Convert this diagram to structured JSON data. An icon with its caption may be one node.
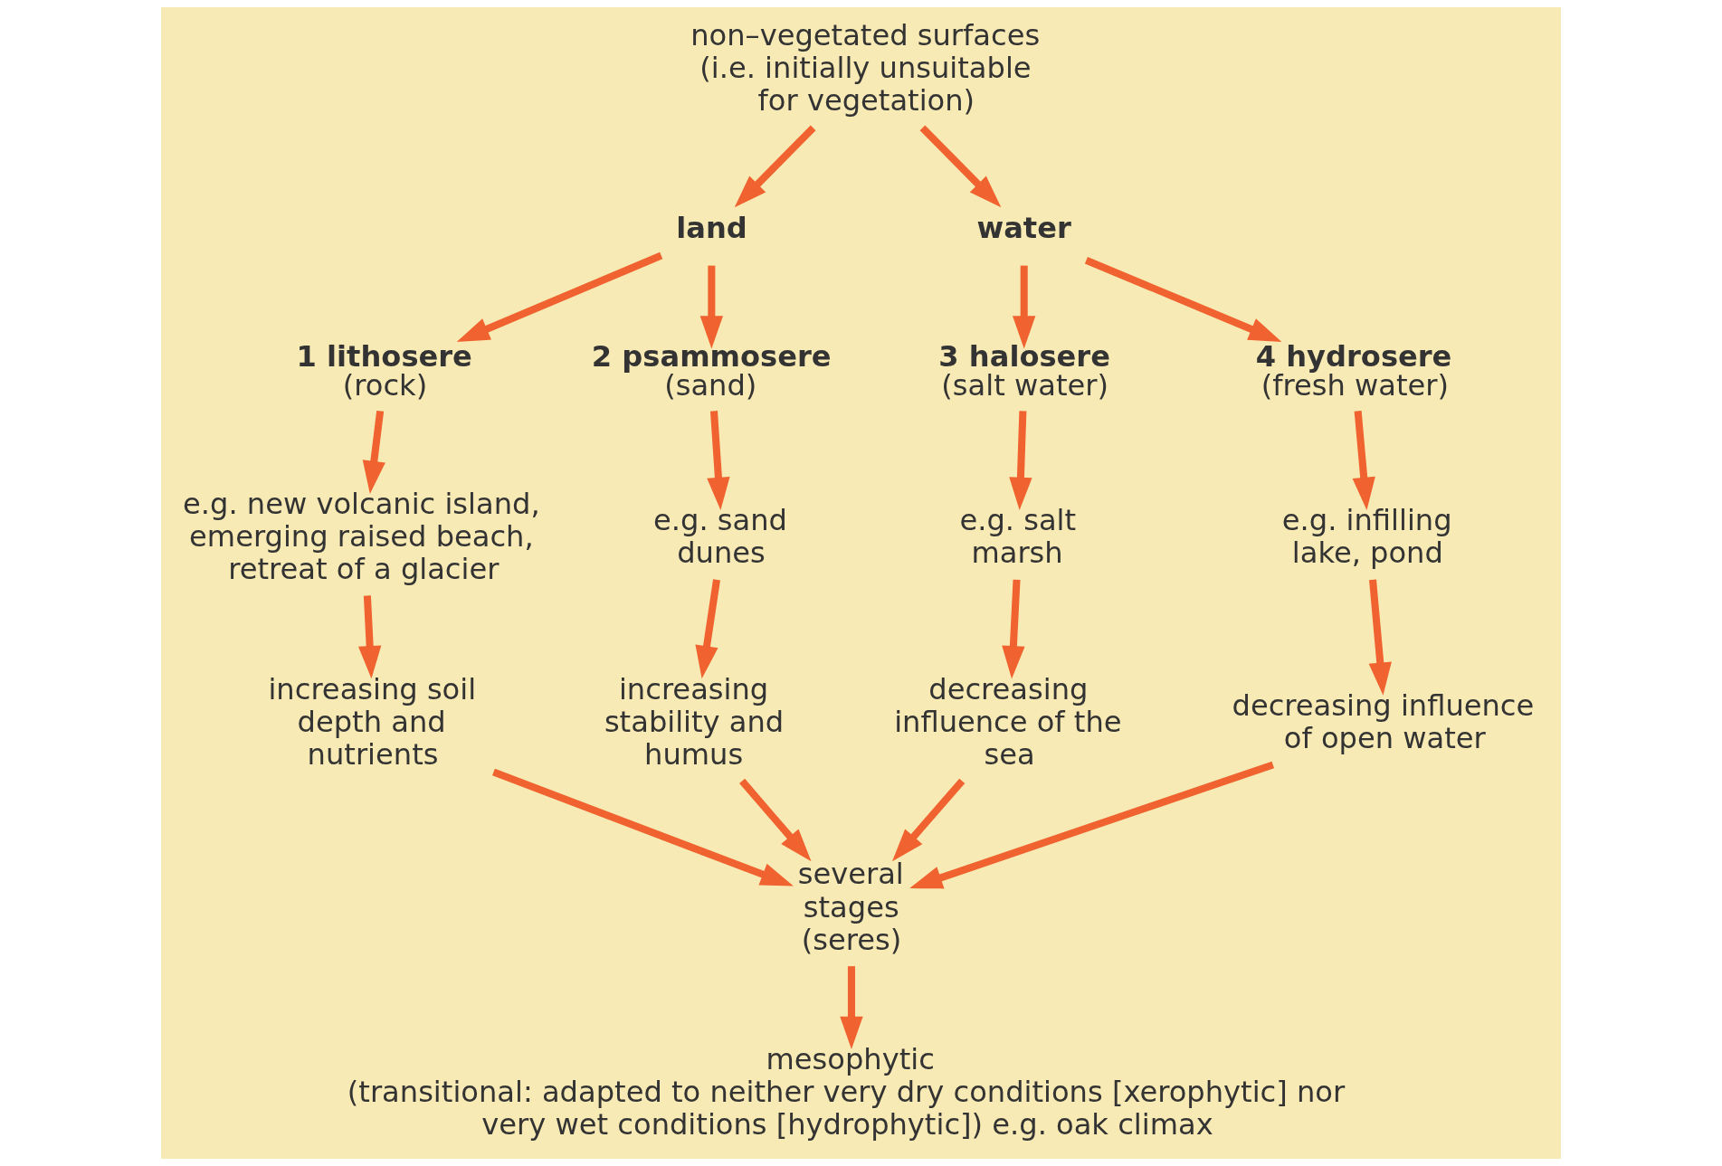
{
  "diagram": {
    "nodes": [
      {
        "text": [
          "non–vegetated surfaces (i.e. initially unsuitable for vegetation)"
        ]
      },
      {
        "text": [
          "land"
        ]
      },
      {
        "text": [
          "water"
        ]
      },
      {
        "text": [
          "1 lithosere",
          "(rock)"
        ]
      },
      {
        "text": [
          "2 psammosere",
          "(sand)"
        ]
      },
      {
        "text": [
          "3 halosere",
          "(salt water)"
        ]
      },
      {
        "text": [
          "4 hydrosere",
          "(fresh water)"
        ]
      },
      {
        "text": [
          "e.g. new volcanic island, emerging raised beach, retreat of a glacier"
        ]
      },
      {
        "text": [
          "e.g. sand dunes"
        ]
      },
      {
        "text": [
          "e.g. salt marsh"
        ]
      },
      {
        "text": [
          "e.g. infilling lake, pond"
        ]
      },
      {
        "text": [
          "increasing soil depth and nutrients"
        ]
      },
      {
        "text": [
          "increasing stability and humus"
        ]
      },
      {
        "text": [
          "decreasing influence of the sea"
        ]
      },
      {
        "text": [
          "decreasing influence of open water"
        ]
      },
      {
        "text": [
          "several stages (seres)"
        ]
      },
      {
        "text": [
          "mesophytic",
          "(transitional: adapted to neither very dry conditions [xerophytic] nor very wet conditions [hydrophytic]) e.g. oak climax"
        ]
      }
    ],
    "edges": [
      {
        "from": 0,
        "to": 1,
        "arrow": "to"
      },
      {
        "from": 0,
        "to": 2,
        "arrow": "to"
      },
      {
        "from": 1,
        "to": 3,
        "arrow": "to"
      },
      {
        "from": 1,
        "to": 4,
        "arrow": "to"
      },
      {
        "from": 2,
        "to": 5,
        "arrow": "to"
      },
      {
        "from": 2,
        "to": 6,
        "arrow": "to"
      },
      {
        "from": 3,
        "to": 7,
        "arrow": "to"
      },
      {
        "from": 4,
        "to": 8,
        "arrow": "to"
      },
      {
        "from": 5,
        "to": 9,
        "arrow": "to"
      },
      {
        "from": 6,
        "to": 10,
        "arrow": "to"
      },
      {
        "from": 7,
        "to": 11,
        "arrow": "to"
      },
      {
        "from": 8,
        "to": 12,
        "arrow": "to"
      },
      {
        "from": 9,
        "to": 13,
        "arrow": "to"
      },
      {
        "from": 10,
        "to": 14,
        "arrow": "to"
      },
      {
        "from": 11,
        "to": 15,
        "arrow": "to"
      },
      {
        "from": 12,
        "to": 15,
        "arrow": "to"
      },
      {
        "from": 13,
        "to": 15,
        "arrow": "to"
      },
      {
        "from": 14,
        "to": 15,
        "arrow": "to"
      },
      {
        "from": 15,
        "to": 16,
        "arrow": "to"
      }
    ]
  }
}
